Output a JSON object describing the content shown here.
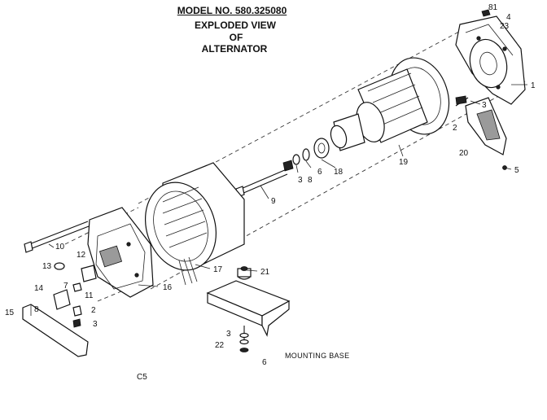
{
  "header": {
    "model": "MODEL NO. 580.325080",
    "line2": "EXPLODED VIEW",
    "line3": "OF",
    "line4": "ALTERNATOR"
  },
  "callouts": {
    "p1": "1",
    "p2a": "2",
    "p2b": "2",
    "p3a": "3",
    "p3b": "3",
    "p3c": "3",
    "p3d": "3",
    "p4": "4",
    "p5": "5",
    "p6a": "6",
    "p6b": "6",
    "p7": "7",
    "p8a": "8",
    "p8b": "8",
    "p9": "9",
    "p10": "10",
    "p11": "11",
    "p12": "12",
    "p13": "13",
    "p14": "14",
    "p15": "15",
    "p16": "16",
    "p17": "17",
    "p18": "18",
    "p19": "19",
    "p20": "20",
    "p21": "21",
    "p22": "22",
    "p23": "23",
    "p81": "81"
  },
  "labels": {
    "mounting_base": "MOUNTING BASE",
    "code": "C5"
  }
}
